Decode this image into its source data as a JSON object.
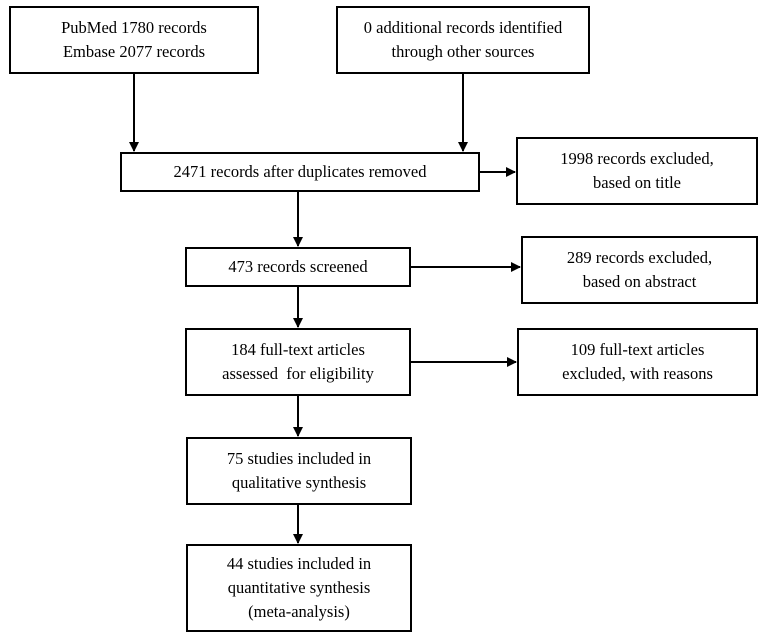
{
  "flow": {
    "sources_db": {
      "line1": "PubMed 1780 records",
      "line2": "Embase 2077 records"
    },
    "sources_other": {
      "line1": "0 additional records identified",
      "line2": "through other sources"
    },
    "dedup": {
      "line1": "2471 records after duplicates removed"
    },
    "excluded_title": {
      "line1": "1998 records excluded,",
      "line2": "based on title"
    },
    "screened": {
      "line1": "473 records screened"
    },
    "excluded_abstract": {
      "line1": "289 records excluded,",
      "line2": "based on abstract"
    },
    "fulltext": {
      "line1": "184 full-text articles",
      "line2": "assessed  for eligibility"
    },
    "excluded_fulltext": {
      "line1": "109 full-text articles",
      "line2": "excluded, with reasons"
    },
    "qualitative": {
      "line1": "75 studies included in",
      "line2": "qualitative synthesis"
    },
    "quantitative": {
      "line1": "44 studies included in",
      "line2": "quantitative synthesis",
      "line3": "(meta-analysis)"
    }
  },
  "style": {
    "stroke_color": "#000000",
    "background": "#ffffff"
  }
}
